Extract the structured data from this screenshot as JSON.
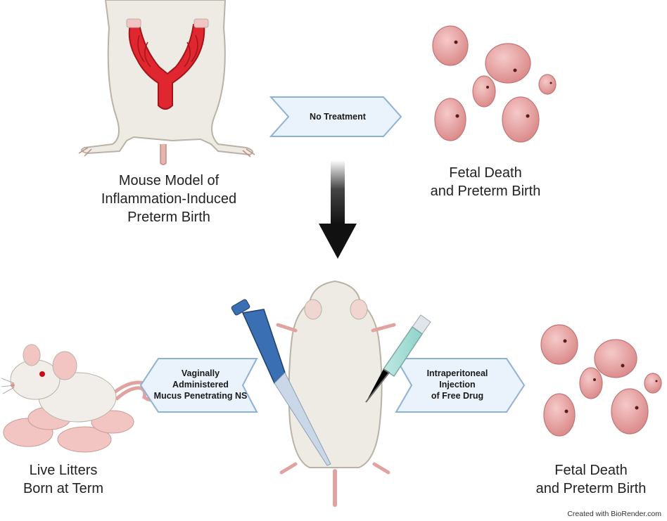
{
  "top_left": {
    "caption_lines": [
      "Mouse Model of",
      "Inflammation-Induced",
      "Preterm Birth"
    ]
  },
  "top_arrow": {
    "label_lines": [
      "No Treatment"
    ]
  },
  "top_right": {
    "caption_lines": [
      "Fetal Death",
      "and Preterm Birth"
    ]
  },
  "bottom_left_arrow": {
    "label_lines": [
      "Vaginally",
      "Administered",
      "Mucus Penetrating NS"
    ]
  },
  "bottom_right_arrow": {
    "label_lines": [
      "Intraperitoneal",
      "Injection",
      "of Free Drug"
    ]
  },
  "bottom_left": {
    "caption_lines": [
      "Live Litters",
      "Born at Term"
    ]
  },
  "bottom_right": {
    "caption_lines": [
      "Fetal Death",
      "and Preterm Birth"
    ]
  },
  "credit": "Created with BioRender.com",
  "colors": {
    "arrow_fill": "#eaf2fb",
    "arrow_stroke": "#8eb1d6",
    "uterus": "#e0262e",
    "fetus": "#e9a5a5",
    "mouse_body": "#eeebe4",
    "pipette": "#3b6fb3"
  }
}
